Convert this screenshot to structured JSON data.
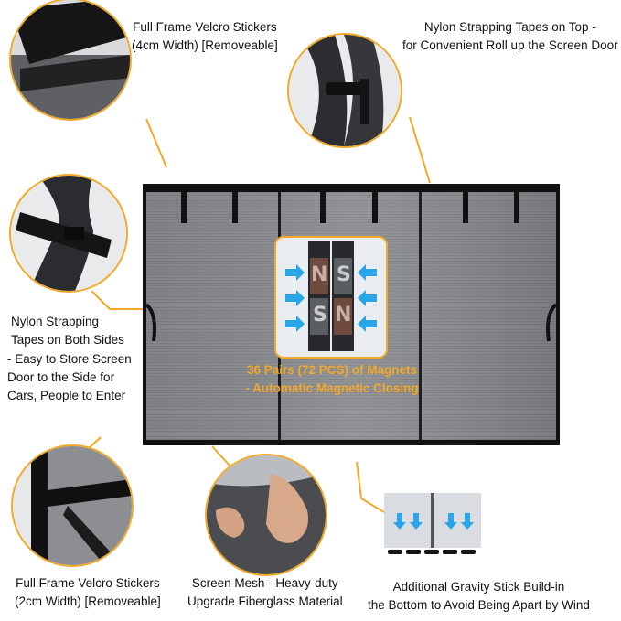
{
  "labels": {
    "top_left": [
      "Full Frame Velcro Stickers",
      "(4cm Width) [Removeable]"
    ],
    "top_right": [
      "Nylon Strapping Tapes on Top -",
      "for Convenient Roll up the Screen Door"
    ],
    "left_middle": [
      "Nylon Strapping",
      "Tapes on Both Sides",
      "- Easy to Store Screen",
      "Door to the Side for",
      "Cars, People to Enter"
    ],
    "center": [
      "36 Pairs (72 PCS) of Magnets",
      "- Automatic Magnetic Closing"
    ],
    "bottom_left": [
      "Full Frame Velcro Stickers",
      "(2cm Width) [Removeable]"
    ],
    "bottom_center": [
      "Screen Mesh - Heavy-duty",
      "Upgrade Fiberglass Material"
    ],
    "bottom_right": [
      "Additional Gravity Stick Build-in",
      "the Bottom to Avoid Being Apart by Wind"
    ]
  },
  "magnet_letters": [
    "N",
    "S",
    "S",
    "N"
  ],
  "colors": {
    "accent": "#f2a928",
    "mesh": "#8a8c90",
    "frame": "#111111",
    "arrow": "#2aa6e8"
  },
  "icons": [
    "velcro-strip-icon",
    "strap-buckle-icon",
    "magnet-icon",
    "arrow-right-icon",
    "arrow-left-icon",
    "arrow-down-icon"
  ]
}
